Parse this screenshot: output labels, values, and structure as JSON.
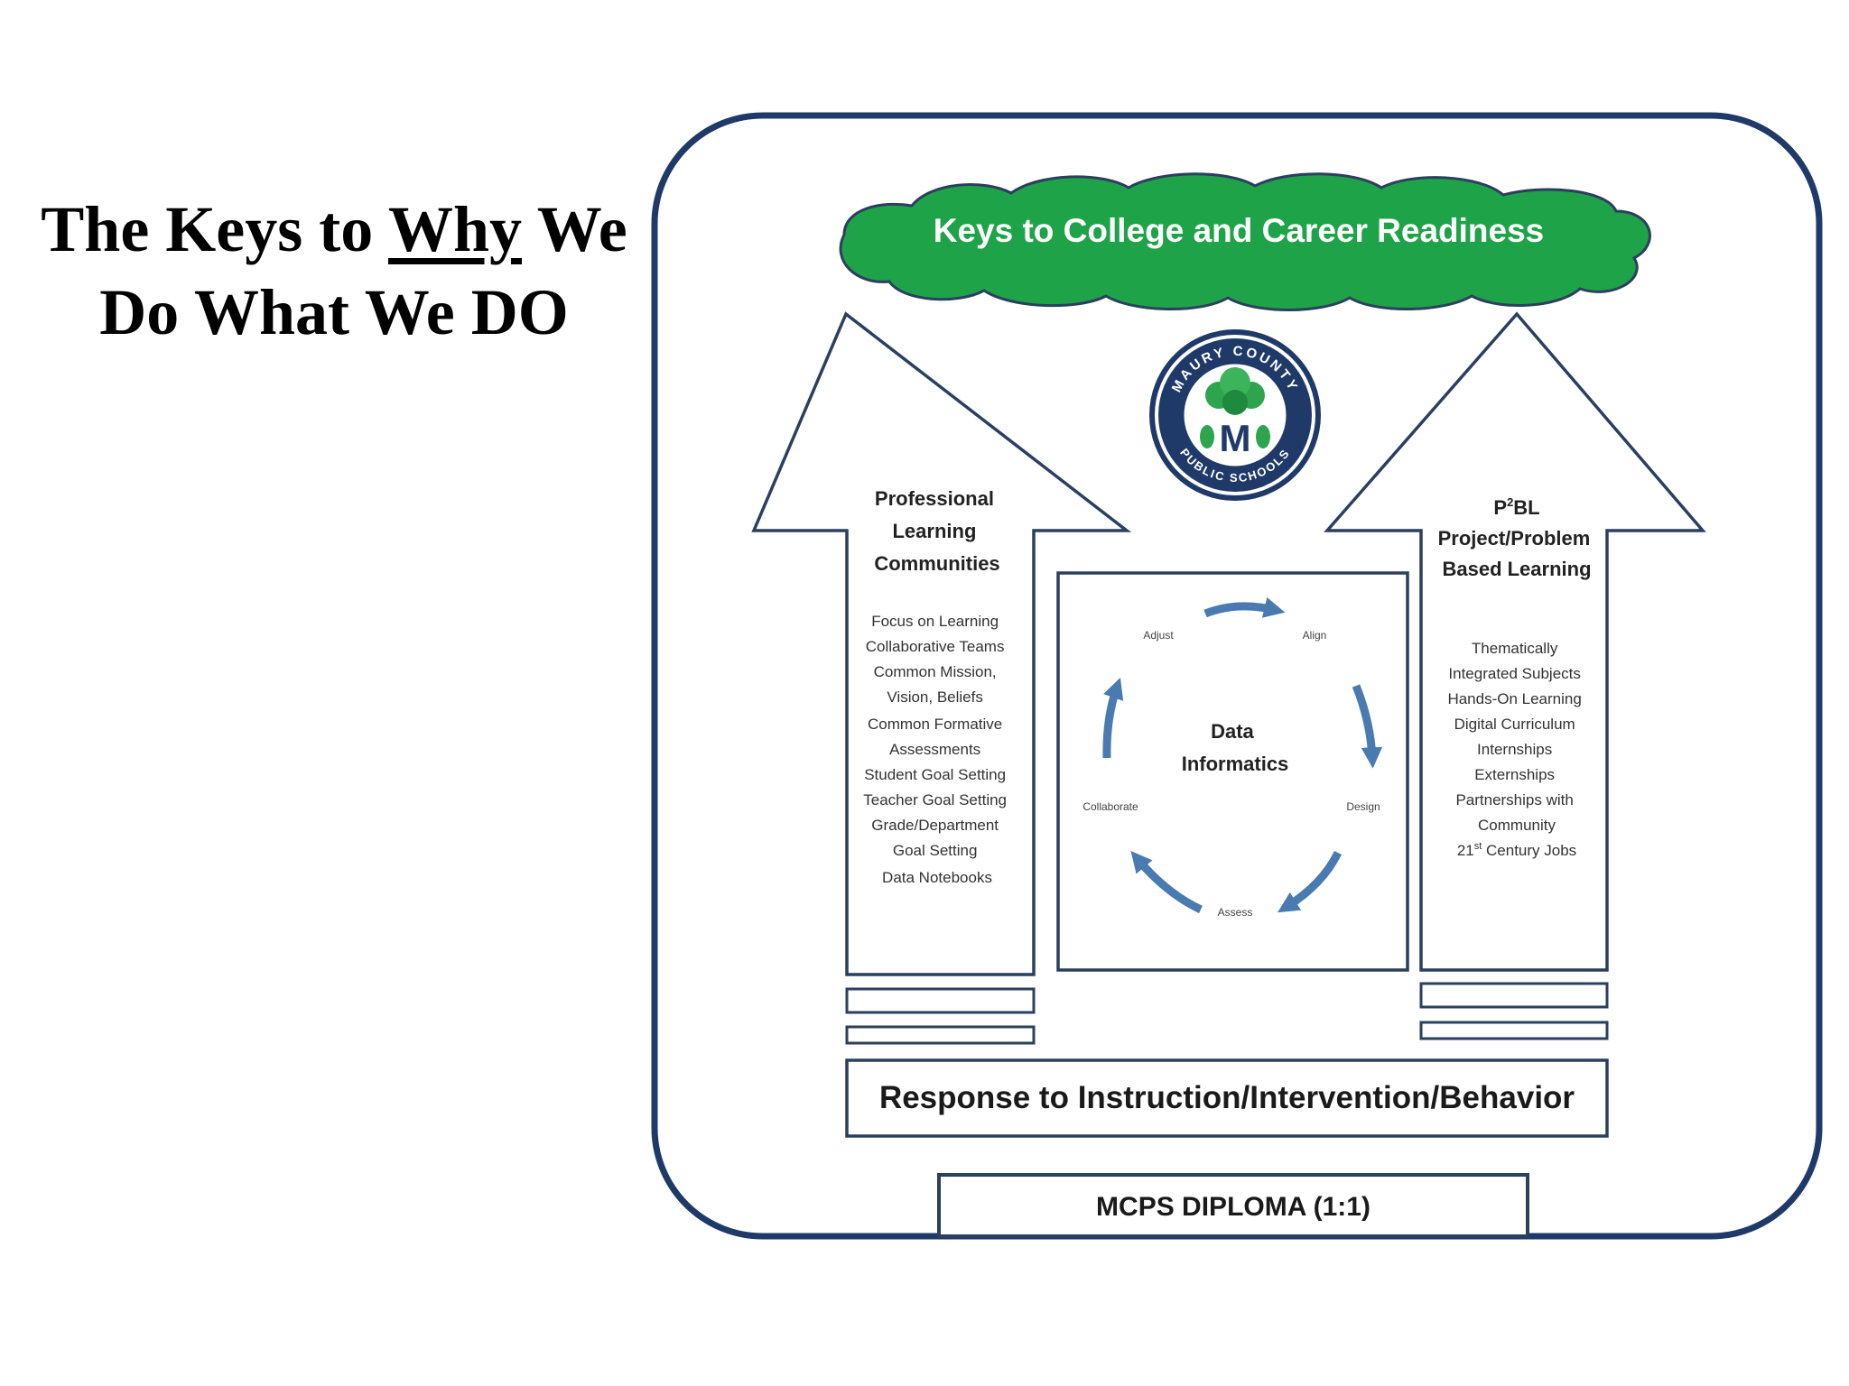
{
  "title": {
    "line1_before": "The Keys to",
    "line1_underlined": "Why",
    "line1_after": "We",
    "line2": "Do What We DO"
  },
  "cloud": {
    "text": "Keys to College and Career Readiness"
  },
  "logo": {
    "ring_top": "MAURY COUNTY",
    "ring_bottom": "PUBLIC SCHOOLS",
    "monogram": "M"
  },
  "left_arrow": {
    "heading": [
      "Professional",
      "Learning",
      "Communities"
    ],
    "items": [
      "Focus on Learning",
      "Collaborative Teams",
      "Common Mission,",
      "Vision, Beliefs",
      "Common Formative",
      "Assessments",
      "Student Goal Setting",
      "Teacher Goal Setting",
      "Grade/Department",
      "Goal Setting",
      "Data Notebooks"
    ]
  },
  "right_arrow": {
    "heading_first": "P",
    "heading_sup": "2",
    "heading_first_rest": "BL",
    "heading": [
      "Project/Problem",
      "Based Learning"
    ],
    "items": [
      "Thematically",
      "Integrated Subjects",
      "Hands-On Learning",
      "Digital Curriculum",
      "Internships",
      "Externships",
      "Partnerships with",
      "Community"
    ],
    "last_item_prefix": "21",
    "last_item_sup": "st",
    "last_item_suffix": " Century Jobs"
  },
  "cycle": {
    "center": [
      "Data",
      "Informatics"
    ],
    "stages": {
      "adjust": "Adjust",
      "align": "Align",
      "design": "Design",
      "assess": "Assess",
      "collaborate": "Collaborate"
    }
  },
  "rti_bar": {
    "text": "Response to Instruction/Intervention/Behavior"
  },
  "diploma": {
    "text": "MCPS DIPLOMA (1:1)"
  },
  "colors": {
    "frame": "#1f3a68",
    "cloud": "#1fa348",
    "cloud_text": "#ffffff",
    "cycle_arrow": "#4a7bb0",
    "outline": "#2b3f5e"
  }
}
